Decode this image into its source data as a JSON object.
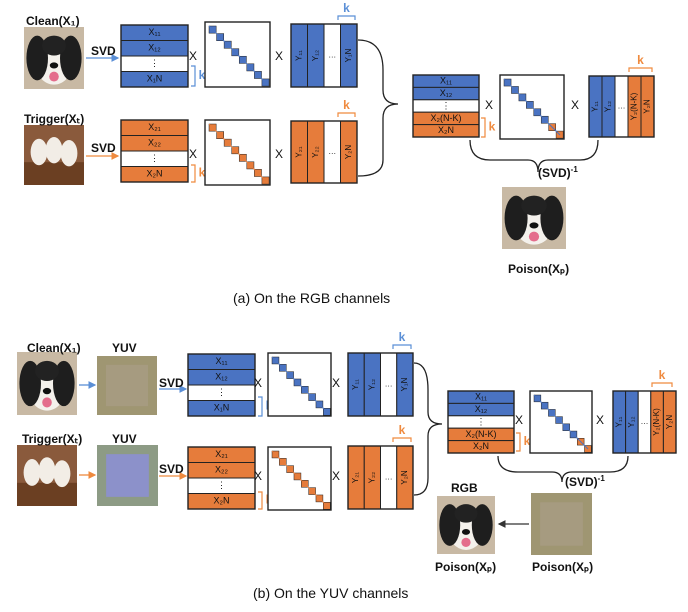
{
  "colors": {
    "blue": "#4a73c2",
    "orange": "#e67c3b",
    "k_blue": "#5b8fd6",
    "k_orange": "#ef8a3e"
  },
  "panel_a": {
    "caption": "(a) On the RGB channels",
    "clean_label": "Clean(X₁)",
    "trigger_label": "Trigger(Xₜ)",
    "svd_clean": "SVD",
    "svd_trigger": "SVD",
    "clean_rows": [
      "X₁₁",
      "X₁₂",
      "⋮",
      "X₁N"
    ],
    "trigger_rows": [
      "X₂₁",
      "X₂₂",
      "⋮",
      "X₂N"
    ],
    "clean_cols": [
      "Y₁₁",
      "Y₁₂",
      "…",
      "Y₁N"
    ],
    "trigger_cols": [
      "Y₂₁",
      "Y₂₂",
      "…",
      "Y₂N"
    ],
    "merged_rows": [
      "X₁₁",
      "X₁₂",
      "⋮",
      "X₂(N-K)",
      "X₂N"
    ],
    "merged_cols": [
      "Y₁₁",
      "Y₁₂",
      "…",
      "Y₂(N-K)",
      "Y₂N"
    ],
    "times": "X",
    "k": "k",
    "inverse_svd": "(SVD)",
    "inverse_sup": "-1",
    "poison_label": "Poison(Xₚ)"
  },
  "panel_b": {
    "caption": "(b) On the YUV channels",
    "clean_label": "Clean(X₁)",
    "trigger_label": "Trigger(Xₜ)",
    "yuv_top": "YUV",
    "yuv_bottom": "YUV",
    "svd_clean": "SVD",
    "svd_trigger": "SVD",
    "inverse_svd": "(SVD)",
    "inverse_sup": "-1",
    "rgb_label": "RGB",
    "poison_rgb_label": "Poison(Xₚ)",
    "poison_yuv_label": "Poison(Xₚ)"
  }
}
